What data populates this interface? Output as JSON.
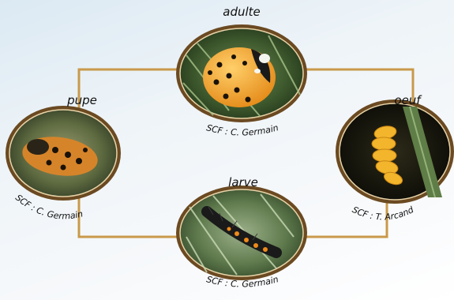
{
  "stages": {
    "adult": {
      "label": "adulte",
      "credit": "SCF : C. Germain"
    },
    "egg": {
      "label": "oeuf",
      "credit": "SCF : T. Arcand"
    },
    "larva": {
      "label": "larve",
      "credit": "SCF : C. Germain"
    },
    "pupa": {
      "label": "pupe",
      "credit": "SCF : C. Germain"
    }
  },
  "colors": {
    "connector": "#c9994a",
    "frame": "#6b4a22",
    "frame_highlight": "#e8d3a8"
  }
}
